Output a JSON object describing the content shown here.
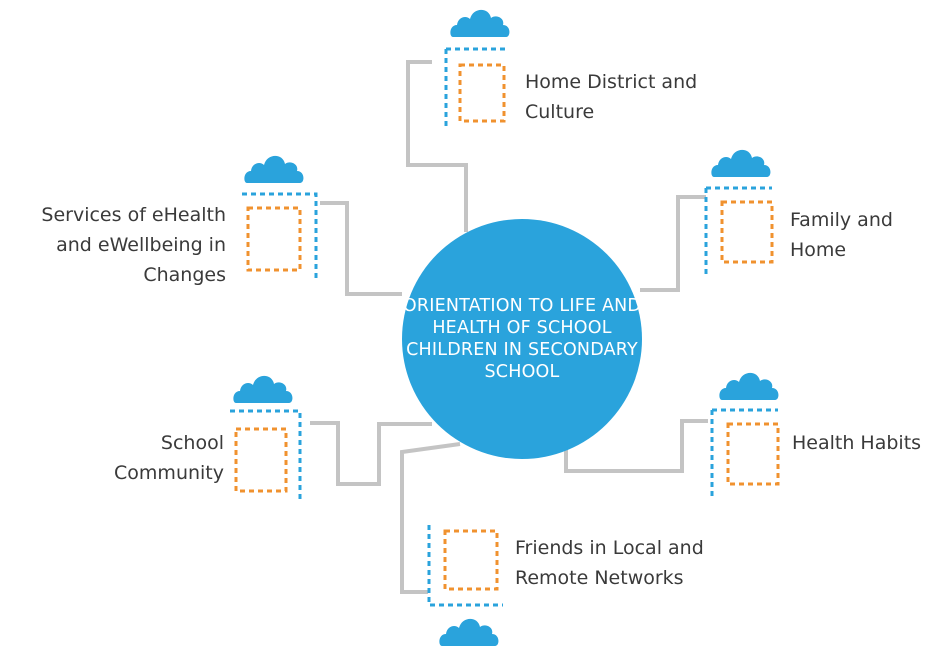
{
  "center": {
    "lines": [
      "ORIENTATION",
      "TO LIFE AND",
      "HEALTH OF SCHOOL",
      "CHILDREN IN",
      "SECONDARY",
      "SCHOOL"
    ]
  },
  "nodes": [
    {
      "id": "home-district",
      "lines": [
        "Home District and",
        "Culture"
      ]
    },
    {
      "id": "family-home",
      "lines": [
        "Family and",
        "Home"
      ]
    },
    {
      "id": "health-habits",
      "lines": [
        "Health Habits"
      ]
    },
    {
      "id": "friends-networks",
      "lines": [
        "Friends in Local and",
        "Remote Networks"
      ]
    },
    {
      "id": "school-community",
      "lines": [
        "School",
        "Community"
      ]
    },
    {
      "id": "ehealth-services",
      "lines": [
        "Services of eHealth",
        "and eWellbeing in",
        "Changes"
      ]
    }
  ],
  "colors": {
    "hub": "#2aa3dc",
    "cloud": "#2aa3dc",
    "bracket_blue": "#2aa3dc",
    "bracket_orange": "#f0922f",
    "connector": "#c4c4c4",
    "label_text": "#3a3a3a",
    "hub_text": "#ffffff"
  },
  "icons": {
    "cloud": "cloud-icon",
    "bracket": "dashed-bracket-icon"
  }
}
